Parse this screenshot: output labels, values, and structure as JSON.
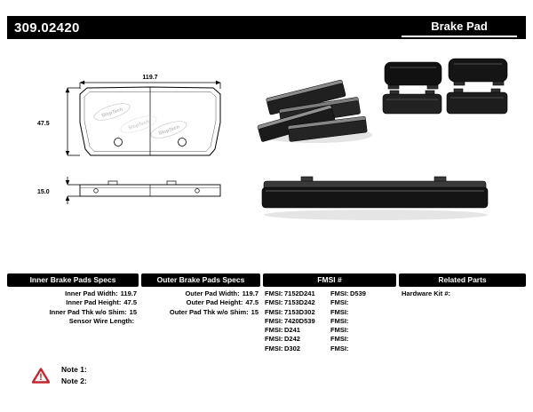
{
  "header": {
    "part_number": "309.02420",
    "product_type": "Brake Pad"
  },
  "drawing": {
    "width_dim": "119.7",
    "height_dim": "47.5",
    "thickness_dim": "15.0",
    "watermark": "StopTech"
  },
  "table": {
    "inner": {
      "title": "Inner Brake Pads Specs",
      "rows": [
        {
          "label": "Inner Pad Width:",
          "value": "119.7"
        },
        {
          "label": "Inner Pad Height:",
          "value": "47.5"
        },
        {
          "label": "Inner Pad Thk w/o Shim:",
          "value": "15"
        },
        {
          "label": "Sensor Wire Length:",
          "value": ""
        }
      ]
    },
    "outer": {
      "title": "Outer Brake Pads Specs",
      "rows": [
        {
          "label": "Outer Pad Width:",
          "value": "119.7"
        },
        {
          "label": "Outer Pad Height:",
          "value": "47.5"
        },
        {
          "label": "Outer Pad Thk w/o Shim:",
          "value": "15"
        }
      ]
    },
    "fmsi": {
      "title": "FMSI #",
      "col1": [
        {
          "label": "FMSI:",
          "value": "7152D241"
        },
        {
          "label": "FMSI:",
          "value": "7153D242"
        },
        {
          "label": "FMSI:",
          "value": "7153D302"
        },
        {
          "label": "FMSI:",
          "value": "7420D539"
        },
        {
          "label": "FMSI:",
          "value": "D241"
        },
        {
          "label": "FMSI:",
          "value": "D242"
        },
        {
          "label": "FMSI:",
          "value": "D302"
        }
      ],
      "col2": [
        {
          "label": "FMSI:",
          "value": "D539"
        },
        {
          "label": "FMSI:",
          "value": ""
        },
        {
          "label": "FMSI:",
          "value": ""
        },
        {
          "label": "FMSI:",
          "value": ""
        },
        {
          "label": "FMSI:",
          "value": ""
        },
        {
          "label": "FMSI:",
          "value": ""
        },
        {
          "label": "FMSI:",
          "value": ""
        }
      ]
    },
    "related": {
      "title": "Related Parts",
      "rows": [
        {
          "label": "Hardware Kit #:",
          "value": ""
        }
      ]
    }
  },
  "notes": [
    {
      "label": "Note 1:"
    },
    {
      "label": "Note 2:"
    }
  ],
  "icons": {
    "warning": "!"
  },
  "colors": {
    "header_bg": "#000000",
    "warning_red": "#c1272d"
  }
}
